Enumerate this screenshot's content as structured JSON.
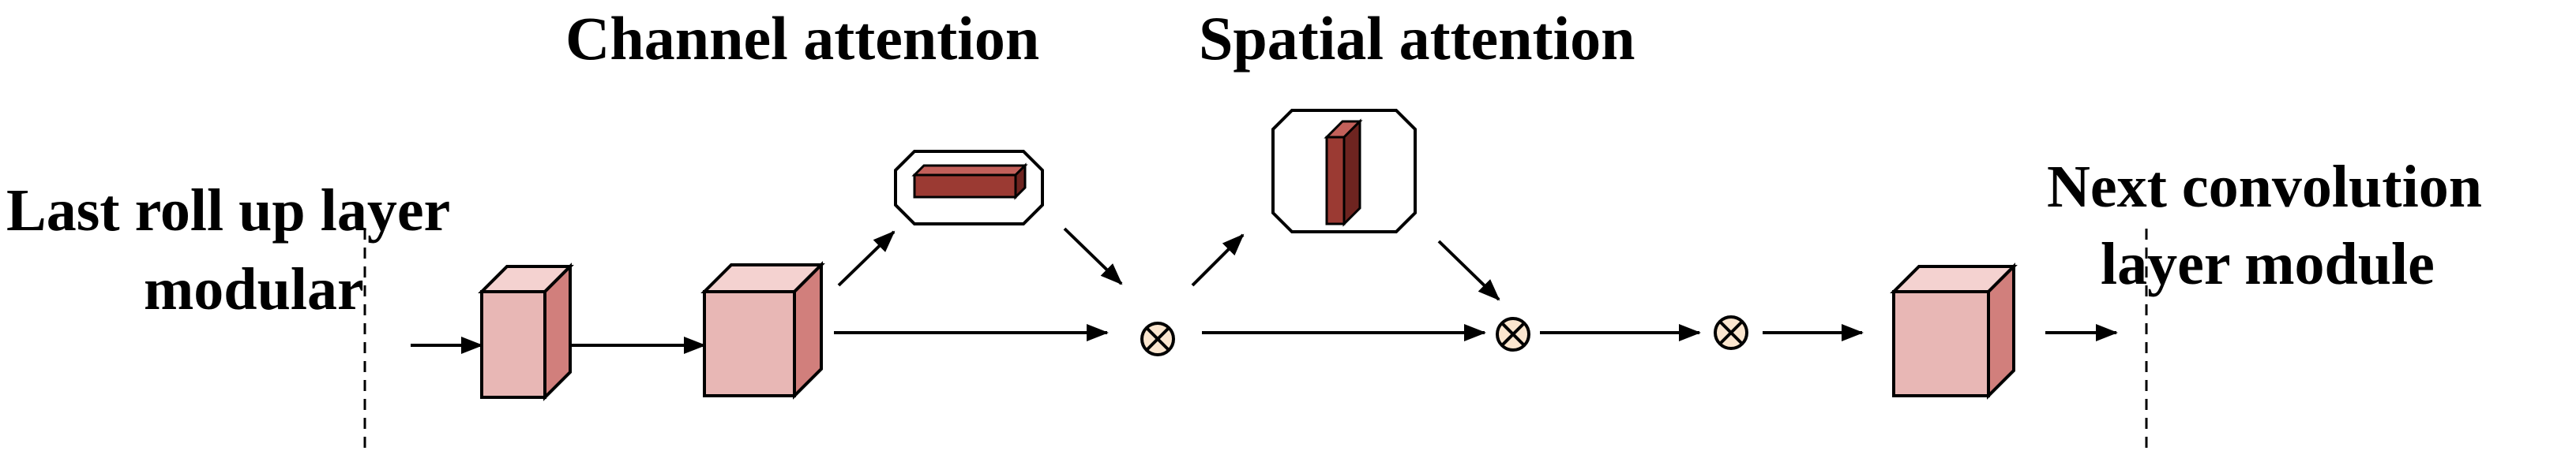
{
  "labels": {
    "channel_attention": "Channel attention",
    "spatial_attention": "Spatial attention",
    "input_line1": "Last roll up layer",
    "input_line2": "modular",
    "output_line1": "Next convolution",
    "output_line2": "layer module"
  },
  "operators": {
    "multiply_symbol": "⊗"
  },
  "colors": {
    "cube_front": "#e8b7b5",
    "cube_side": "#d17f7c",
    "cube_top": "#f4d2d0",
    "bar_front": "#9b3a33",
    "bar_side": "#6e2420",
    "bar_top": "#c2605a",
    "operator_fill": "#fbe6cf",
    "stroke": "#000000"
  }
}
